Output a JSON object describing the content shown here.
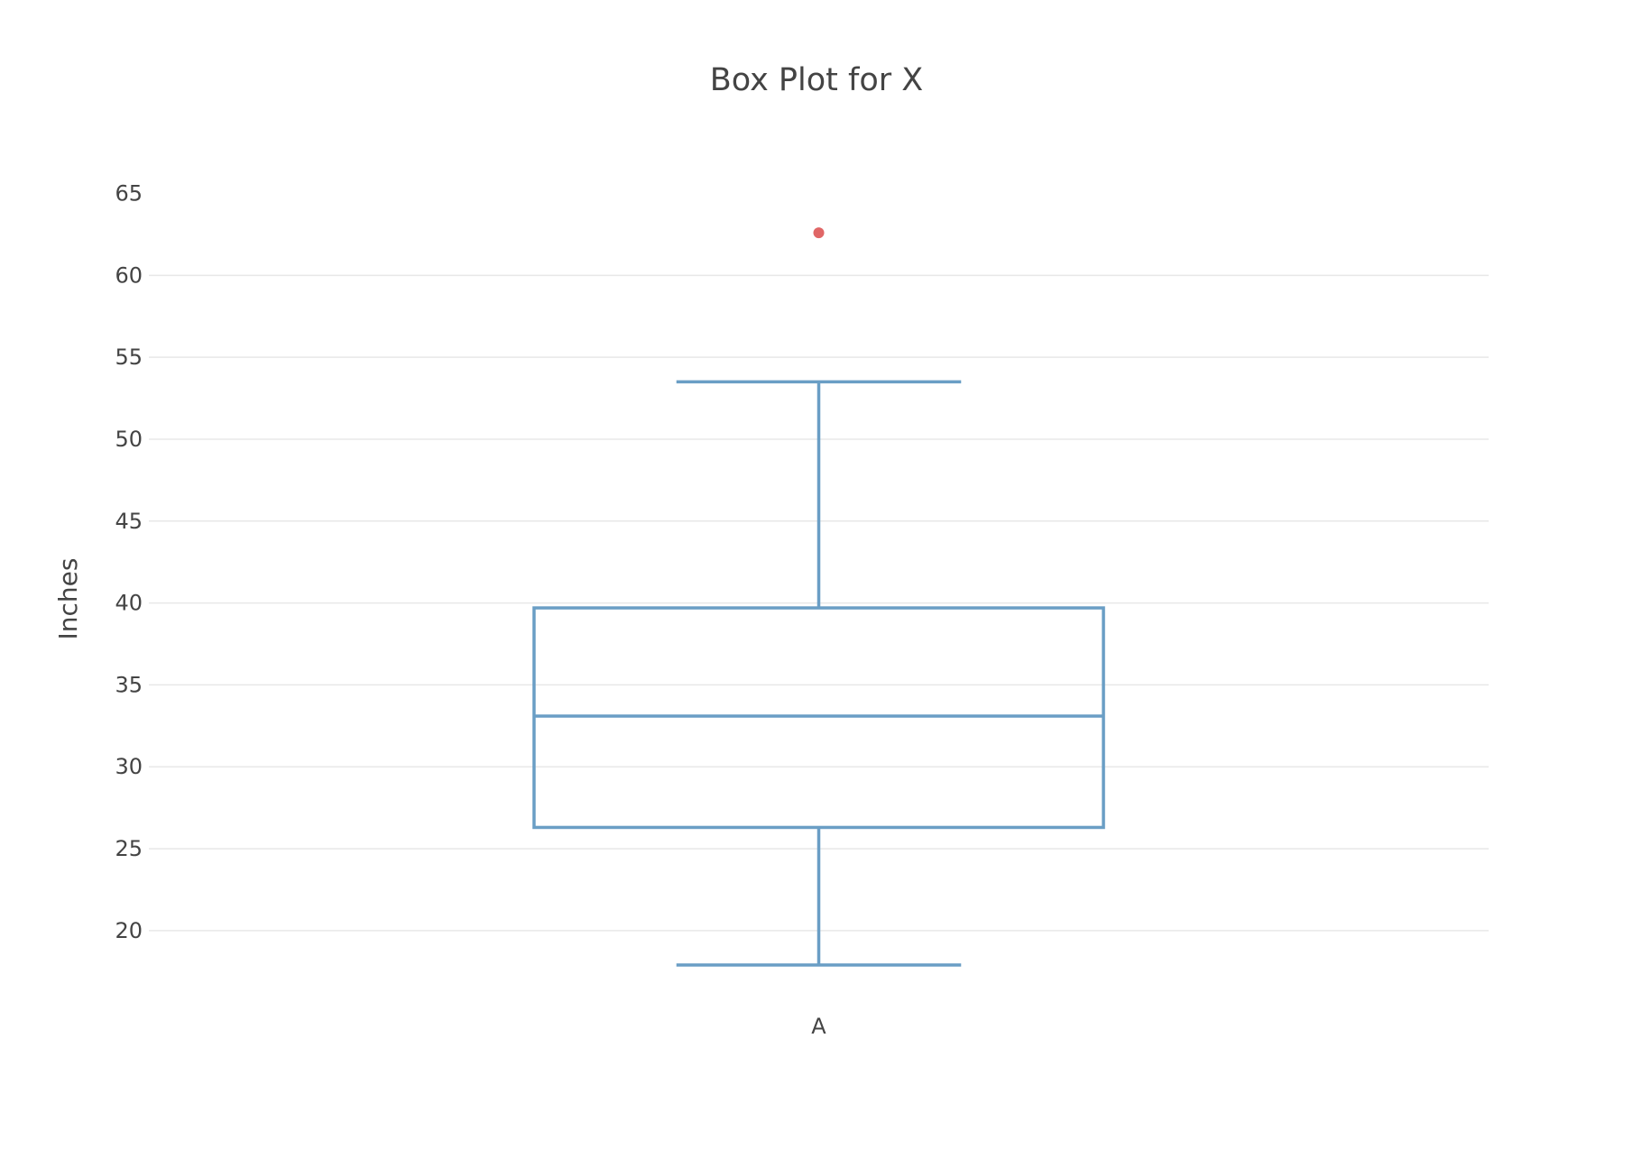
{
  "chart_data": {
    "type": "box",
    "title": "Box Plot for X",
    "xlabel": "",
    "ylabel": "Inches",
    "ylim": [
      15.7,
      68
    ],
    "yticks": [
      20,
      25,
      30,
      35,
      40,
      45,
      50,
      55,
      60,
      65
    ],
    "grid": true,
    "series": [
      {
        "category": "A",
        "lower_whisker": 17.9,
        "q1": 26.3,
        "median": 33.1,
        "q3": 39.7,
        "upper_whisker": 53.5,
        "outliers": [
          62.6
        ]
      }
    ],
    "colors": {
      "box": "#6a9ec5",
      "outlier": "#e06666",
      "text": "#444444",
      "grid": "#e8e8e8"
    }
  }
}
